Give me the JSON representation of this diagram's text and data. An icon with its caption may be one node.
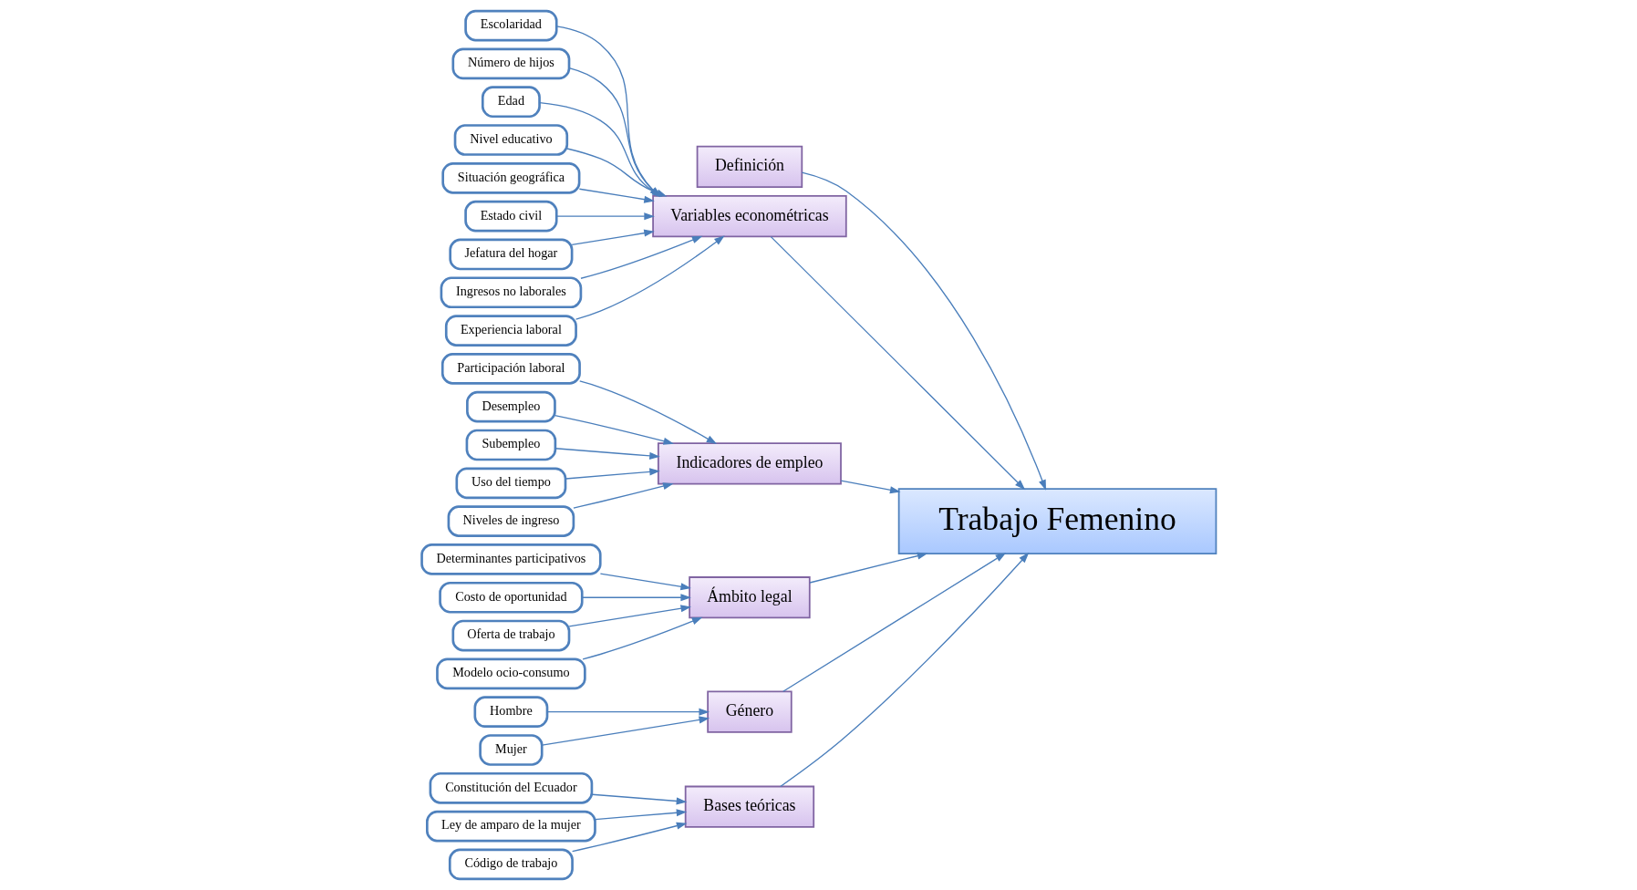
{
  "diagram": {
    "nodes": [
      {
        "text": [
          "Trabajo Femenino"
        ]
      },
      {
        "text": [
          "Definición"
        ]
      },
      {
        "text": [
          "Variables econométricas"
        ]
      },
      {
        "text": [
          "Indicadores de empleo"
        ]
      },
      {
        "text": [
          "Ámbito legal"
        ]
      },
      {
        "text": [
          "Género"
        ]
      },
      {
        "text": [
          "Bases teóricas"
        ]
      },
      {
        "text": [
          "Escolaridad"
        ]
      },
      {
        "text": [
          "Número de hijos"
        ]
      },
      {
        "text": [
          "Edad"
        ]
      },
      {
        "text": [
          "Nivel educativo"
        ]
      },
      {
        "text": [
          "Situación geográfica"
        ]
      },
      {
        "text": [
          "Estado civil"
        ]
      },
      {
        "text": [
          "Jefatura del hogar"
        ]
      },
      {
        "text": [
          "Ingresos no laborales"
        ]
      },
      {
        "text": [
          "Experiencia laboral"
        ]
      },
      {
        "text": [
          "Participación laboral"
        ]
      },
      {
        "text": [
          "Desempleo"
        ]
      },
      {
        "text": [
          "Subempleo"
        ]
      },
      {
        "text": [
          "Uso del tiempo"
        ]
      },
      {
        "text": [
          "Niveles de ingreso"
        ]
      },
      {
        "text": [
          "Determinantes participativos"
        ]
      },
      {
        "text": [
          "Costo de oportunidad"
        ]
      },
      {
        "text": [
          "Oferta de trabajo"
        ]
      },
      {
        "text": [
          "Modelo ocio-consumo"
        ]
      },
      {
        "text": [
          "Constitución del Ecuador"
        ]
      },
      {
        "text": [
          "Ley de amparo de la mujer"
        ]
      },
      {
        "text": [
          "Código de trabajo"
        ]
      },
      {
        "text": [
          "Hombre"
        ]
      },
      {
        "text": [
          "Mujer"
        ]
      }
    ],
    "edges": [
      {
        "from": 1,
        "to": 0,
        "arrow": "to"
      },
      {
        "from": 2,
        "to": 0,
        "arrow": "to"
      },
      {
        "from": 3,
        "to": 0,
        "arrow": "to"
      },
      {
        "from": 4,
        "to": 0,
        "arrow": "to"
      },
      {
        "from": 5,
        "to": 0,
        "arrow": "to"
      },
      {
        "from": 6,
        "to": 0,
        "arrow": "to"
      },
      {
        "from": 7,
        "to": 2,
        "arrow": "to"
      },
      {
        "from": 8,
        "to": 2,
        "arrow": "to"
      },
      {
        "from": 9,
        "to": 2,
        "arrow": "to"
      },
      {
        "from": 10,
        "to": 2,
        "arrow": "to"
      },
      {
        "from": 11,
        "to": 2,
        "arrow": "to"
      },
      {
        "from": 12,
        "to": 2,
        "arrow": "to"
      },
      {
        "from": 13,
        "to": 2,
        "arrow": "to"
      },
      {
        "from": 14,
        "to": 2,
        "arrow": "to"
      },
      {
        "from": 15,
        "to": 2,
        "arrow": "to"
      },
      {
        "from": 16,
        "to": 3,
        "arrow": "to"
      },
      {
        "from": 17,
        "to": 3,
        "arrow": "to"
      },
      {
        "from": 18,
        "to": 3,
        "arrow": "to"
      },
      {
        "from": 19,
        "to": 3,
        "arrow": "to"
      },
      {
        "from": 20,
        "to": 3,
        "arrow": "to"
      },
      {
        "from": 21,
        "to": 4,
        "arrow": "to"
      },
      {
        "from": 22,
        "to": 4,
        "arrow": "to"
      },
      {
        "from": 23,
        "to": 4,
        "arrow": "to"
      },
      {
        "from": 24,
        "to": 4,
        "arrow": "to"
      },
      {
        "from": 25,
        "to": 6,
        "arrow": "to"
      },
      {
        "from": 26,
        "to": 6,
        "arrow": "to"
      },
      {
        "from": 27,
        "to": 6,
        "arrow": "to"
      },
      {
        "from": 28,
        "to": 5,
        "arrow": "to"
      },
      {
        "from": 29,
        "to": 5,
        "arrow": "to"
      }
    ]
  }
}
